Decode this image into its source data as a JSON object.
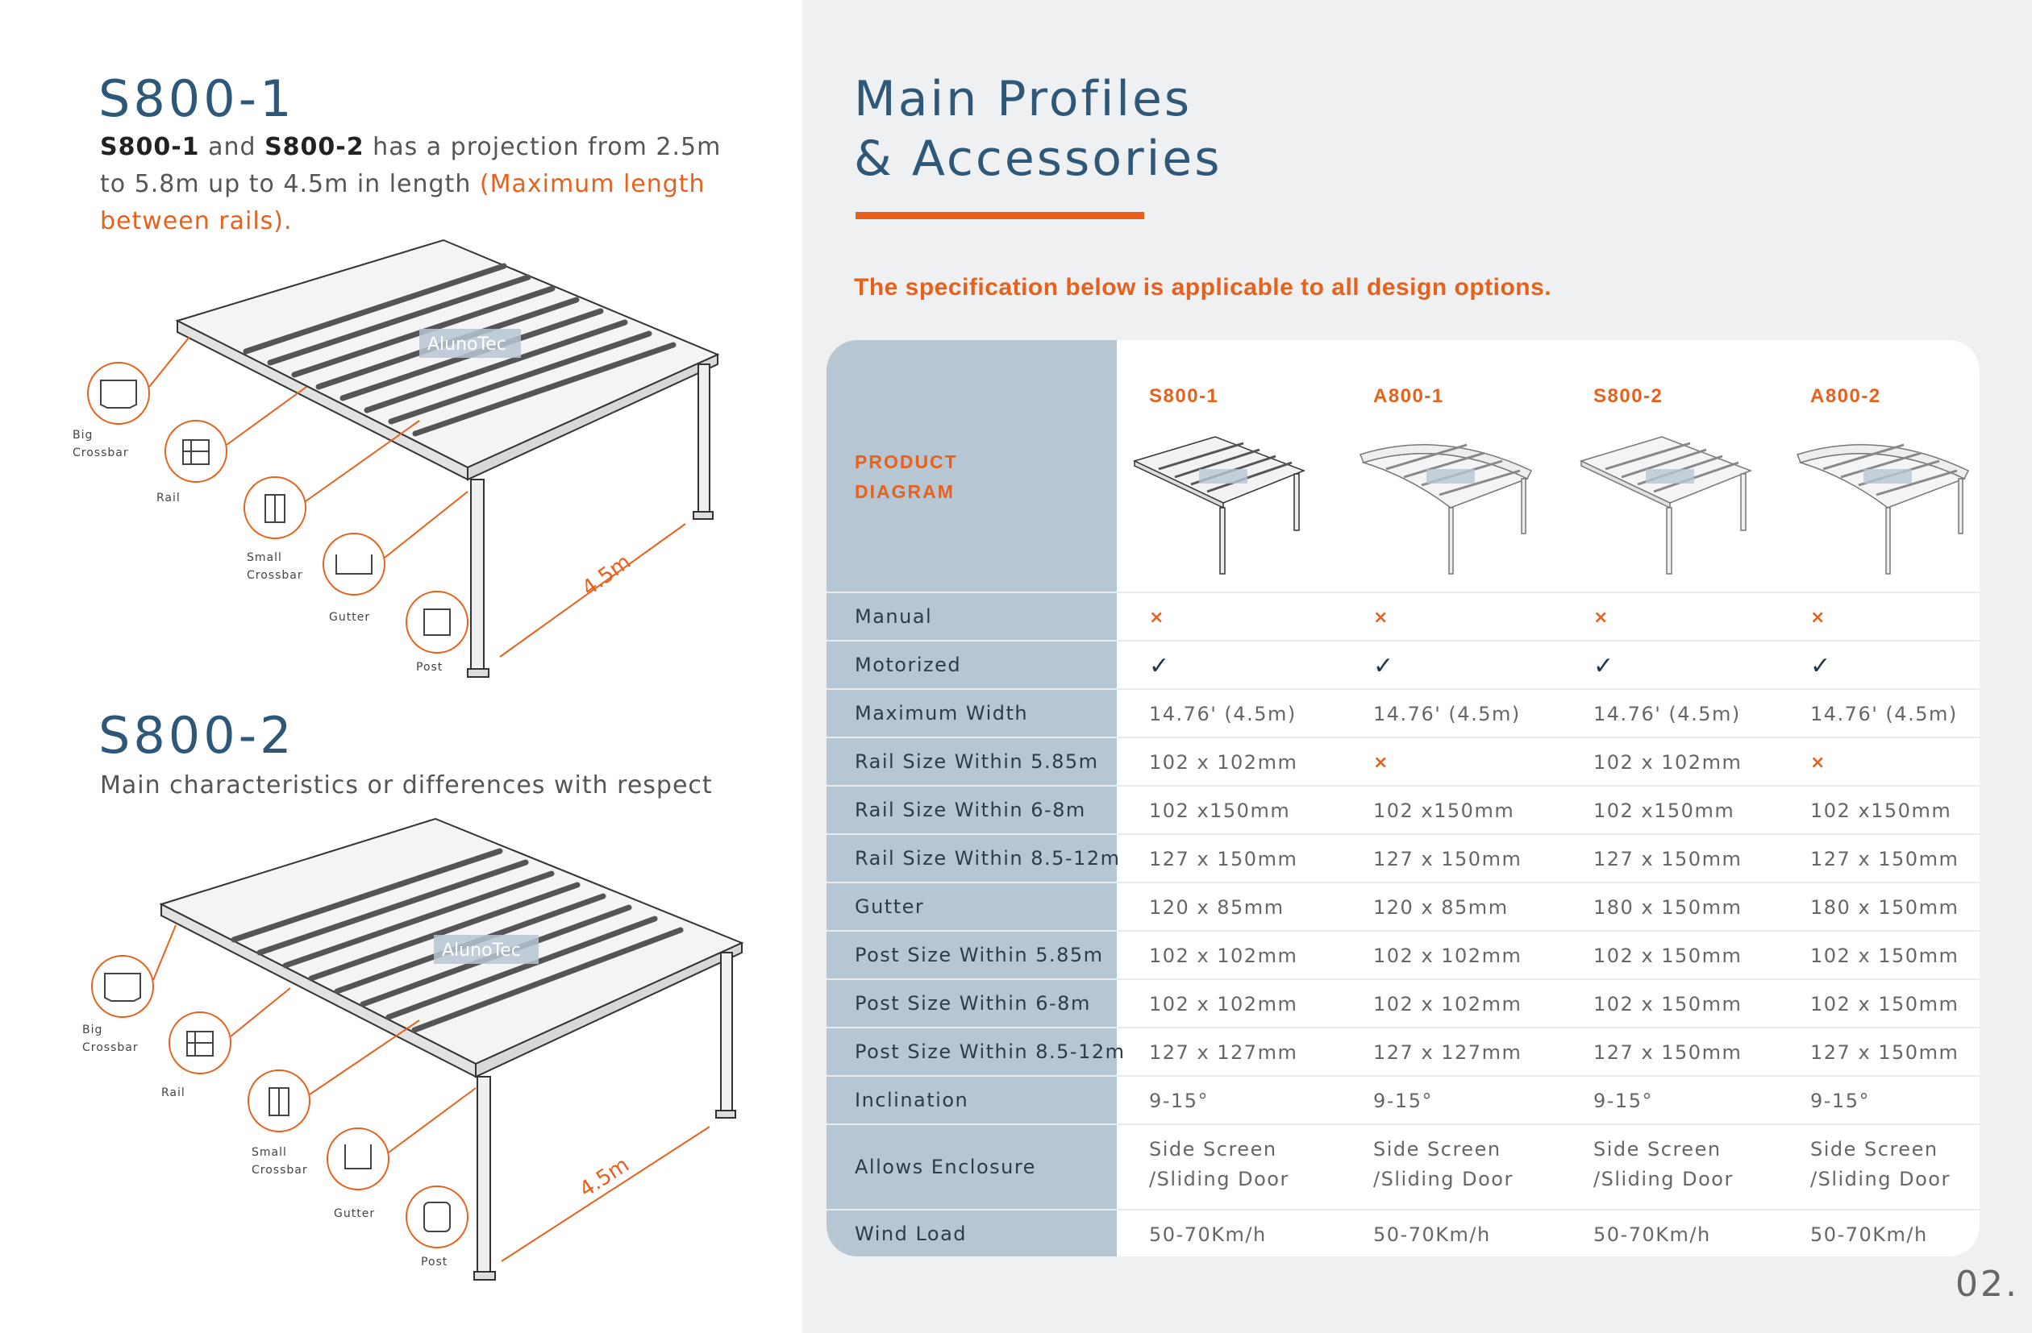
{
  "left": {
    "section1": {
      "title": "S800-1",
      "desc_b1": "S800-1",
      "desc_t1": "  and ",
      "desc_b2": "S800-2",
      "desc_t2": " has a projection from 2.5m to 5.8m up to 4.5m in length ",
      "desc_orange": "(Maximum length between rails).",
      "parts": [
        "Big",
        "Crossbar",
        "Rail",
        "Small",
        "Crossbar",
        "Gutter",
        "Post"
      ],
      "dimension": "4.5m",
      "watermark": "AlunoTec"
    },
    "section2": {
      "title": "S800-2",
      "desc": "Main characteristics or  differences with respect",
      "parts": [
        "Big",
        "Crossbar",
        "Rail",
        "Small",
        "Crossbar",
        "Gutter",
        "Post"
      ],
      "dimension": "4.5m",
      "watermark": "AlunoTec"
    }
  },
  "right": {
    "title_line1": "Main Profiles",
    "title_line2": "& Accessories",
    "spec_note": "The specification below is applicable to all design options.",
    "product_diagram_line1": "PRODUCT",
    "product_diagram_line2": "DIAGRAM",
    "columns": [
      "S800-1",
      "A800-1",
      "S800-2",
      "A800-2"
    ],
    "rows": [
      {
        "label": "Manual",
        "values": [
          "×",
          "×",
          "×",
          "×"
        ]
      },
      {
        "label": "Motorized",
        "values": [
          "✓",
          "✓",
          "✓",
          "✓"
        ]
      },
      {
        "label": "Maximum Width",
        "values": [
          "14.76' (4.5m)",
          "14.76' (4.5m)",
          "14.76' (4.5m)",
          "14.76' (4.5m)"
        ]
      },
      {
        "label": "Rail Size Within 5.85m",
        "values": [
          "102 x 102mm",
          "×",
          "102 x 102mm",
          "×"
        ]
      },
      {
        "label": "Rail Size Within 6-8m",
        "values": [
          "102 x150mm",
          "102 x150mm",
          "102 x150mm",
          "102 x150mm"
        ]
      },
      {
        "label": "Rail Size Within 8.5-12m",
        "values": [
          "127 x 150mm",
          "127 x 150mm",
          "127 x 150mm",
          "127 x 150mm"
        ]
      },
      {
        "label": "Gutter",
        "values": [
          "120 x 85mm",
          "120 x 85mm",
          "180 x 150mm",
          "180 x 150mm"
        ]
      },
      {
        "label": "Post Size Within 5.85m",
        "values": [
          "102 x 102mm",
          "102 x 102mm",
          "102 x 150mm",
          "102 x 150mm"
        ]
      },
      {
        "label": "Post Size Within 6-8m",
        "values": [
          "102 x 102mm",
          "102 x 102mm",
          "102 x 150mm",
          "102 x 150mm"
        ]
      },
      {
        "label": "Post Size Within 8.5-12m",
        "values": [
          "127 x 127mm",
          "127 x 127mm",
          "127 x 150mm",
          "127 x 150mm"
        ]
      },
      {
        "label": "Inclination",
        "values": [
          "9-15°",
          "9-15°",
          "9-15°",
          "9-15°"
        ]
      },
      {
        "label": "Allows Enclosure",
        "values": [
          "Side Screen /Sliding Door",
          "Side Screen /Sliding Door",
          "Side Screen /Sliding Door",
          "Side Screen /Sliding Door"
        ],
        "values_line1": [
          "Side Screen",
          "Side Screen",
          "Side Screen",
          "Side Screen"
        ],
        "values_line2": [
          "/Sliding Door",
          "/Sliding Door",
          "/Sliding Door",
          "/Sliding Door"
        ]
      },
      {
        "label": "Wind Load",
        "values": [
          "50-70Km/h",
          "50-70Km/h",
          "50-70Km/h",
          "50-70Km/h"
        ]
      }
    ],
    "page_number": "02.",
    "colors": {
      "accent": "#e8611c",
      "title": "#2f5878",
      "label_col": "#b6c6d3",
      "panel_bg": "#eef0f2"
    }
  }
}
